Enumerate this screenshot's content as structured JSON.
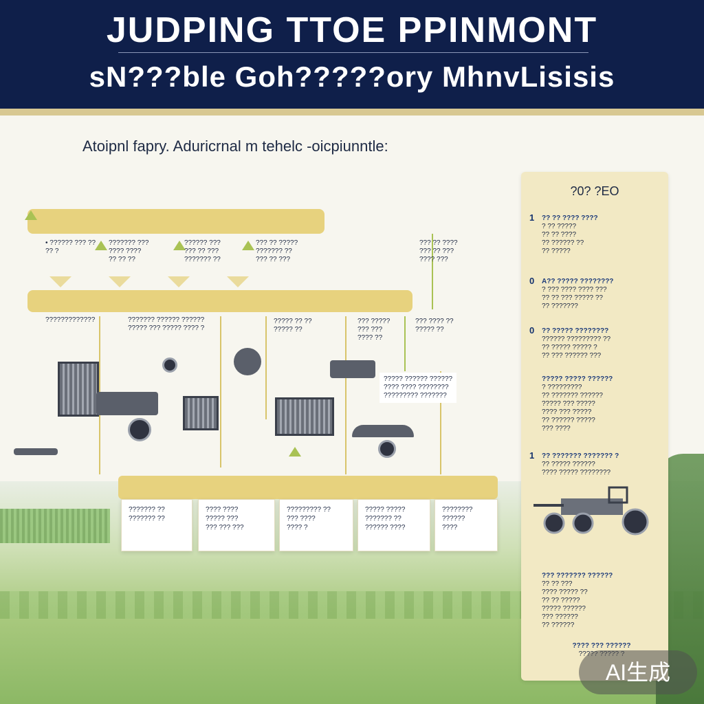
{
  "header": {
    "title": "JUDPING TTOE PPINMONT",
    "subtitle": "sN???ble Goh?????ory MhnvLisisis"
  },
  "caption": "Atoipnl fapry. Aduricrnal m tehelc -oicpiunntle:",
  "flow": {
    "top_labels": [
      [
        "• ?????? ??? ??",
        "?? ?"
      ],
      [
        "??????? ???",
        "???? ????",
        "?? ?? ??"
      ],
      [
        "?????? ???",
        "??? ?? ???",
        "??????? ??"
      ],
      [
        "??? ?? ?????",
        "??????? ??",
        "??? ?? ???"
      ],
      [
        "??? ?? ????",
        "??? ?? ???",
        "???? ???"
      ]
    ],
    "mid_labels": [
      [
        "?????????????"
      ],
      [
        "??????? ?????? ??????",
        "????? ??? ????? ???? ?"
      ],
      [
        "????? ?? ??",
        "????? ??"
      ],
      [
        "??? ?????",
        "??? ???",
        "???? ??"
      ],
      [
        "??? ???? ??",
        "????? ??"
      ]
    ],
    "small_note": [
      "????? ?????? ??????",
      "???? ???? ????????",
      "????????? ???????"
    ],
    "bottom_boxes": [
      [
        "??????? ??",
        "??????? ??"
      ],
      [
        "???? ????",
        "????? ???",
        "??? ??? ???"
      ],
      [
        "????????? ??",
        "??? ????",
        "???? ?"
      ],
      [
        "????? ?????",
        "??????? ??",
        "?????? ????"
      ],
      [
        "????????",
        "??????",
        "????"
      ]
    ]
  },
  "panel": {
    "title": "?0? ?EO",
    "sections": [
      {
        "num": "1",
        "head": "?? ?? ???? ????",
        "lines": [
          "? ?? ?????",
          "?? ?? ????",
          "?? ?????? ??",
          "?? ?????"
        ]
      },
      {
        "num": "0",
        "head": "A?? ????? ????????",
        "lines": [
          "? ??? ???? ???? ???",
          "?? ?? ??? ????? ??",
          "?? ???????"
        ]
      },
      {
        "num": "0",
        "head": "?? ????? ????????",
        "lines": [
          "?????? ????????? ??",
          "?? ????? ????? ?",
          "?? ??? ?????? ???"
        ]
      },
      {
        "num": "",
        "head": "????? ????? ??????",
        "lines": [
          "? ?????????",
          "?? ??????? ??????",
          "????? ??? ?????",
          "???? ??? ?????",
          "?? ?????? ?????",
          "??? ????"
        ]
      },
      {
        "num": "1",
        "head": "?? ??????? ??????? ?",
        "lines": [
          "?? ????? ??????",
          "???? ????? ????????"
        ]
      },
      {
        "num": "",
        "head": "??? ??????? ??????",
        "lines": [
          "?? ?? ???",
          "???? ????? ??",
          "?? ?? ?????",
          "????? ??????",
          "??? ??????",
          "?? ??????"
        ]
      },
      {
        "num": "",
        "head": "???? ??? ??????",
        "lines": [
          "????? ????? ?"
        ]
      }
    ]
  },
  "badge": "AI生成"
}
